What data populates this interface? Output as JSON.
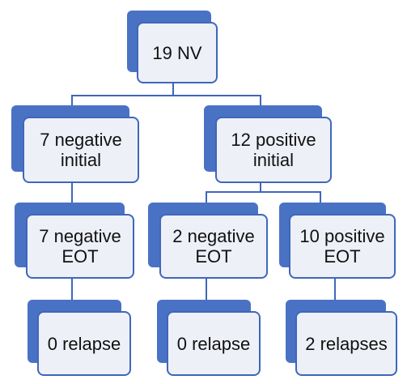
{
  "colors": {
    "shadow": "#4a72c4",
    "border": "#3f67ba",
    "fill": "#eef0f8",
    "line": "#3f67ba",
    "text": "#111111"
  },
  "nodes": {
    "root": {
      "lines": [
        "19 NV"
      ]
    },
    "neg_initial": {
      "lines": [
        "7 negative",
        "initial"
      ]
    },
    "pos_initial": {
      "lines": [
        "12 positive",
        "initial"
      ]
    },
    "neg_eot_a": {
      "lines": [
        "7 negative",
        "EOT"
      ]
    },
    "neg_eot_b": {
      "lines": [
        "2 negative",
        "EOT"
      ]
    },
    "pos_eot": {
      "lines": [
        "10 positive",
        "EOT"
      ]
    },
    "relapse_a": {
      "lines": [
        "0 relapse"
      ]
    },
    "relapse_b": {
      "lines": [
        "0 relapse"
      ]
    },
    "relapse_c": {
      "lines": [
        "2 relapses"
      ]
    }
  }
}
